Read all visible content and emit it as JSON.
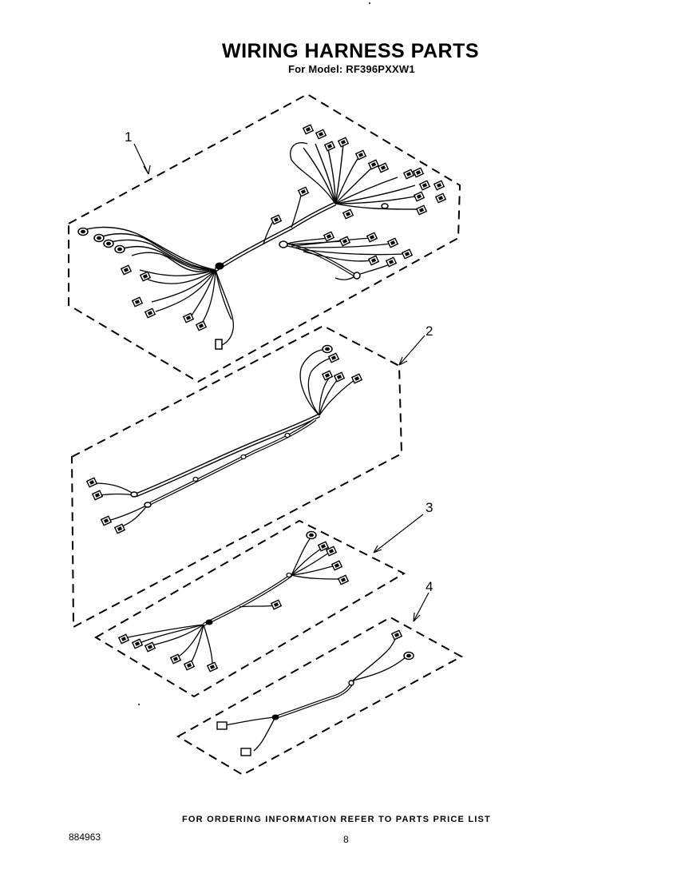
{
  "title": "WIRING HARNESS PARTS",
  "subtitle": "For Model: RF396PXXW1",
  "callouts": [
    "1",
    "2",
    "3",
    "4"
  ],
  "footer": "FOR ORDERING INFORMATION REFER TO PARTS PRICE LIST",
  "doc_number": "884963",
  "page_number": "8"
}
